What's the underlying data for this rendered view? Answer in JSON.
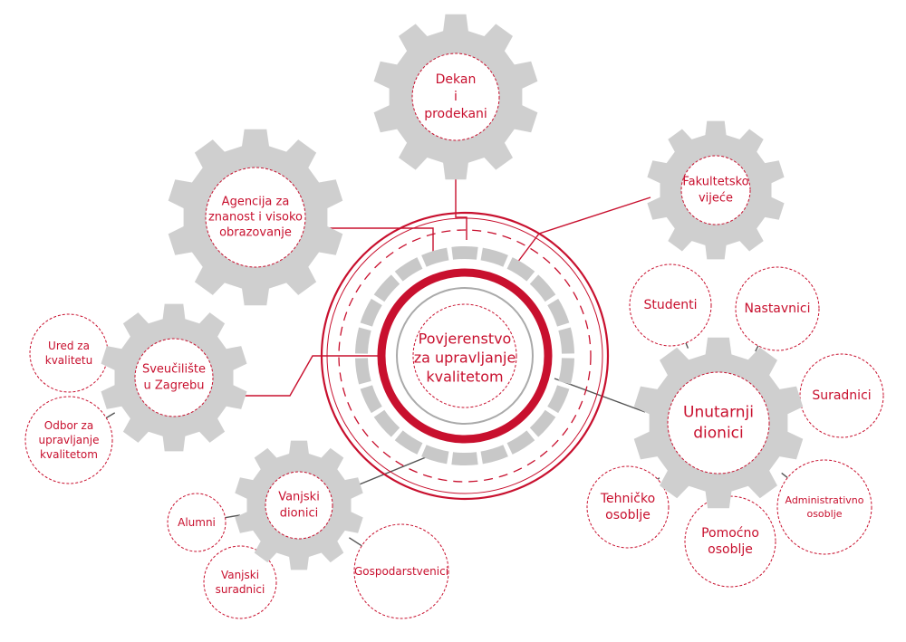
{
  "colors": {
    "accent": "#c8102e",
    "gear": "#cfcfcf",
    "ring_gray": "#c8c8c8",
    "connector_dark": "#555555"
  },
  "center": {
    "lines": [
      "Povjerenstvo",
      "za upravljanje",
      "kvalitetom"
    ]
  },
  "gears": [
    {
      "id": "dekan",
      "lines": [
        "Dekan",
        "i",
        "prodekani"
      ]
    },
    {
      "id": "agencija",
      "lines": [
        "Agencija za",
        "znanost i visoko",
        "obrazovanje"
      ]
    },
    {
      "id": "vijece",
      "lines": [
        "Fakultetsko",
        "vijeće"
      ]
    },
    {
      "id": "sveuciliste",
      "lines": [
        "Sveučilište",
        "u Zagrebu"
      ]
    },
    {
      "id": "vanjski",
      "lines": [
        "Vanjski",
        "dionici"
      ]
    },
    {
      "id": "unutarnji",
      "lines": [
        "Unutarnji",
        "dionici"
      ]
    }
  ],
  "satellites": [
    {
      "id": "ured",
      "lines": [
        "Ured za",
        "kvalitetu"
      ]
    },
    {
      "id": "odbor",
      "lines": [
        "Odbor za",
        "upravljanje",
        "kvalitetom"
      ]
    },
    {
      "id": "alumni",
      "lines": [
        "Alumni"
      ]
    },
    {
      "id": "vanjski-suradnici",
      "lines": [
        "Vanjski",
        "suradnici"
      ]
    },
    {
      "id": "gospodarstvenici",
      "lines": [
        "Gospodarstvenici"
      ]
    },
    {
      "id": "studenti",
      "lines": [
        "Studenti"
      ]
    },
    {
      "id": "nastavnici",
      "lines": [
        "Nastavnici"
      ]
    },
    {
      "id": "suradnici",
      "lines": [
        "Suradnici"
      ]
    },
    {
      "id": "administrativno",
      "lines": [
        "Administrativno",
        "osoblje"
      ]
    },
    {
      "id": "pomocno",
      "lines": [
        "Pomoćno",
        "osoblje"
      ]
    },
    {
      "id": "tehnicko",
      "lines": [
        "Tehničko",
        "osoblje"
      ]
    }
  ]
}
